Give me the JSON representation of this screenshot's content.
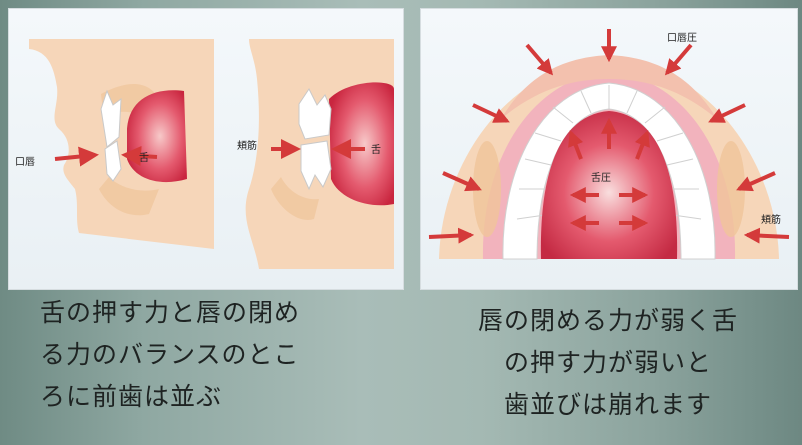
{
  "left_panel": {
    "labels": {
      "lip": "口唇",
      "tongue_profile": "舌",
      "cheek": "頬筋",
      "tongue_cross": "舌"
    }
  },
  "right_panel": {
    "labels": {
      "lip_pressure": "口唇圧",
      "tongue_pressure": "舌圧",
      "cheek": "頬筋"
    }
  },
  "captions": {
    "left": [
      "舌の押す力と唇の閉め",
      "る力のバランスのとこ",
      "ろに前歯は並ぶ"
    ],
    "right": [
      "唇の閉める力が弱く舌",
      "の押す力が弱いと",
      "歯並びは崩れます"
    ]
  },
  "colors": {
    "arrow": "#d43a3a",
    "tongue": "#e0546b",
    "tooth": "#ffffff",
    "skin": "#f6d6b9"
  }
}
